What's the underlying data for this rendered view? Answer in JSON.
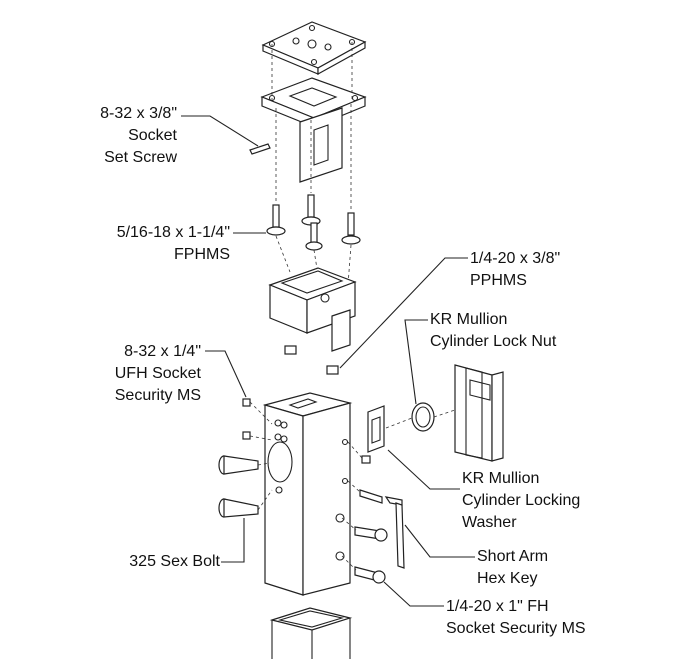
{
  "labels": {
    "set_screw": [
      "8-32 x 3/8\"",
      "Socket",
      "Set Screw"
    ],
    "fphms": [
      "5/16-18 x 1-1/4\"",
      "FPHMS"
    ],
    "pphms": [
      "1/4-20 x 3/8\"",
      "PPHMS"
    ],
    "lock_nut": [
      "KR Mullion",
      "Cylinder Lock Nut"
    ],
    "ufh": [
      "8-32 x 1/4\"",
      "UFH Socket",
      "Security MS"
    ],
    "washer": [
      "KR Mullion",
      "Cylinder Locking",
      "Washer"
    ],
    "hex_key": [
      "Short Arm",
      "Hex Key"
    ],
    "sex_bolt": [
      "325 Sex Bolt"
    ],
    "fh_socket": [
      "1/4-20 x 1\" FH",
      "Socket Security MS"
    ]
  }
}
